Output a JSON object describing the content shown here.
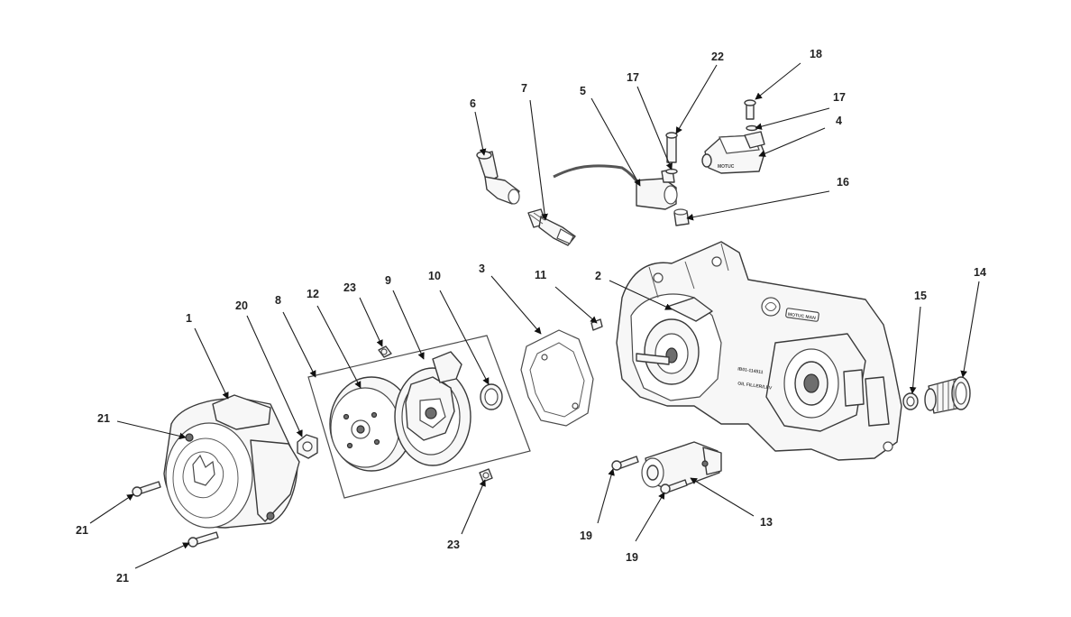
{
  "diagram": {
    "callouts": [
      {
        "id": "c1",
        "label": "1"
      },
      {
        "id": "c2",
        "label": "2"
      },
      {
        "id": "c3",
        "label": "3"
      },
      {
        "id": "c4",
        "label": "4"
      },
      {
        "id": "c5",
        "label": "5"
      },
      {
        "id": "c6",
        "label": "6"
      },
      {
        "id": "c7",
        "label": "7"
      },
      {
        "id": "c8",
        "label": "8"
      },
      {
        "id": "c9",
        "label": "9"
      },
      {
        "id": "c10",
        "label": "10"
      },
      {
        "id": "c11",
        "label": "11"
      },
      {
        "id": "c12",
        "label": "12"
      },
      {
        "id": "c13",
        "label": "13"
      },
      {
        "id": "c14",
        "label": "14"
      },
      {
        "id": "c15",
        "label": "15"
      },
      {
        "id": "c16",
        "label": "16"
      },
      {
        "id": "c17a",
        "label": "17"
      },
      {
        "id": "c17b",
        "label": "17"
      },
      {
        "id": "c18",
        "label": "18"
      },
      {
        "id": "c19a",
        "label": "19"
      },
      {
        "id": "c19b",
        "label": "19"
      },
      {
        "id": "c20",
        "label": "20"
      },
      {
        "id": "c21a",
        "label": "21"
      },
      {
        "id": "c21b",
        "label": "21"
      },
      {
        "id": "c21c",
        "label": "21"
      },
      {
        "id": "c22",
        "label": "22"
      },
      {
        "id": "c23a",
        "label": "23"
      },
      {
        "id": "c23b",
        "label": "23"
      }
    ],
    "stamps": {
      "ignition_module": "MOTUC",
      "crankcase_code_1": "IB01-114511",
      "crankcase_code_2": "OIL FILLER/LEV",
      "crankcase_badge": "MOTUC MAN"
    }
  }
}
